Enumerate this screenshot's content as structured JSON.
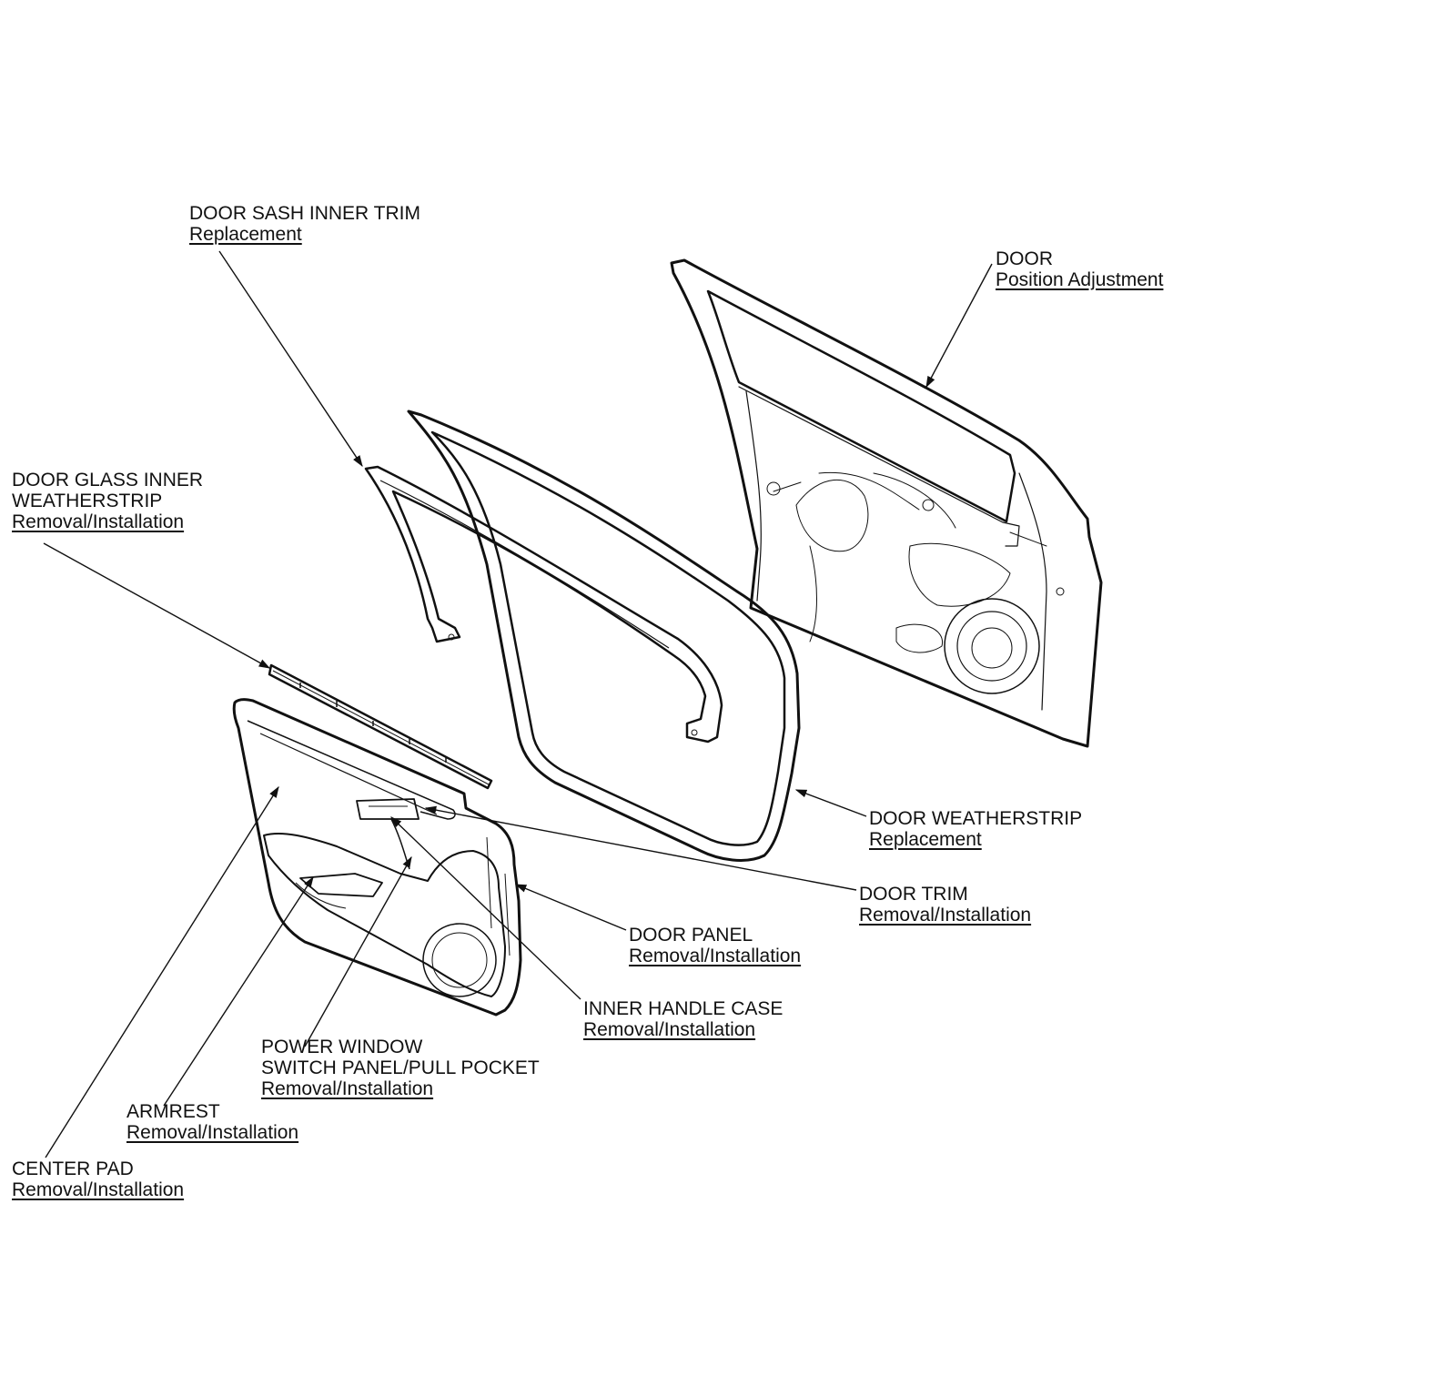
{
  "callouts": {
    "door_sash_inner_trim": {
      "title": "DOOR SASH INNER TRIM",
      "action": "Replacement"
    },
    "door": {
      "title": "DOOR",
      "action": "Position Adjustment"
    },
    "door_glass_inner_weatherstrip": {
      "title_line1": "DOOR GLASS INNER",
      "title_line2": "WEATHERSTRIP",
      "action": "Removal/Installation"
    },
    "door_weatherstrip": {
      "title": "DOOR WEATHERSTRIP",
      "action": "Replacement"
    },
    "door_trim": {
      "title": "DOOR TRIM",
      "action": "Removal/Installation"
    },
    "door_panel": {
      "title": "DOOR PANEL",
      "action": "Removal/Installation"
    },
    "inner_handle_case": {
      "title": "INNER HANDLE CASE",
      "action": "Removal/Installation"
    },
    "power_window_switch_panel": {
      "title_line1": "POWER WINDOW",
      "title_line2": "SWITCH PANEL/PULL POCKET",
      "action": "Removal/Installation"
    },
    "armrest": {
      "title": "ARMREST",
      "action": "Removal/Installation"
    },
    "center_pad": {
      "title": "CENTER PAD",
      "action": "Removal/Installation"
    }
  }
}
